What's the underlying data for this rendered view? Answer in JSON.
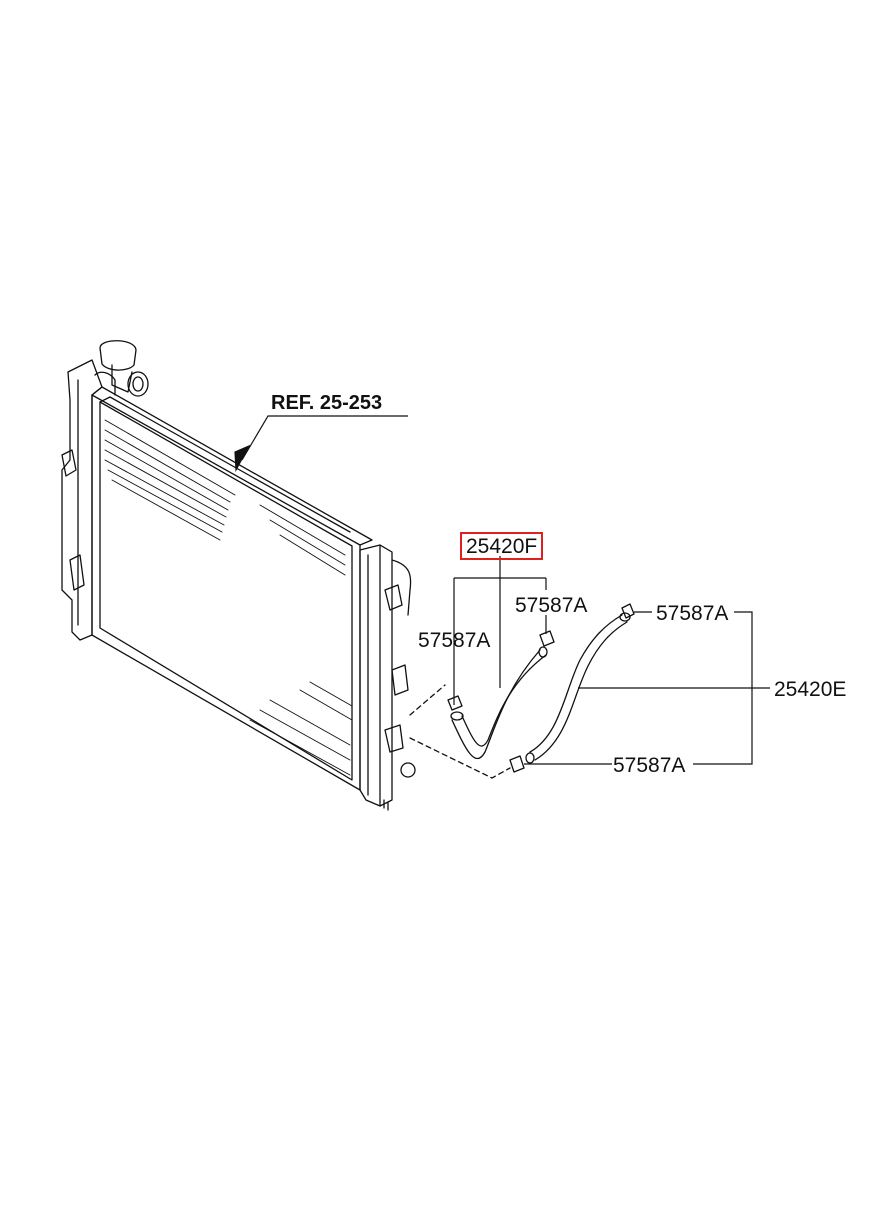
{
  "diagram": {
    "reference_label": "REF. 25-253",
    "highlighted_part": "25420F",
    "parts": {
      "hose_upper_left": "25420F",
      "hose_right": "25420E",
      "clamp_top_middle": "57587A",
      "clamp_left": "57587A",
      "clamp_top_right": "57587A",
      "clamp_bottom": "57587A"
    },
    "colors": {
      "highlight": "#e0201c",
      "line": "#111111"
    }
  }
}
